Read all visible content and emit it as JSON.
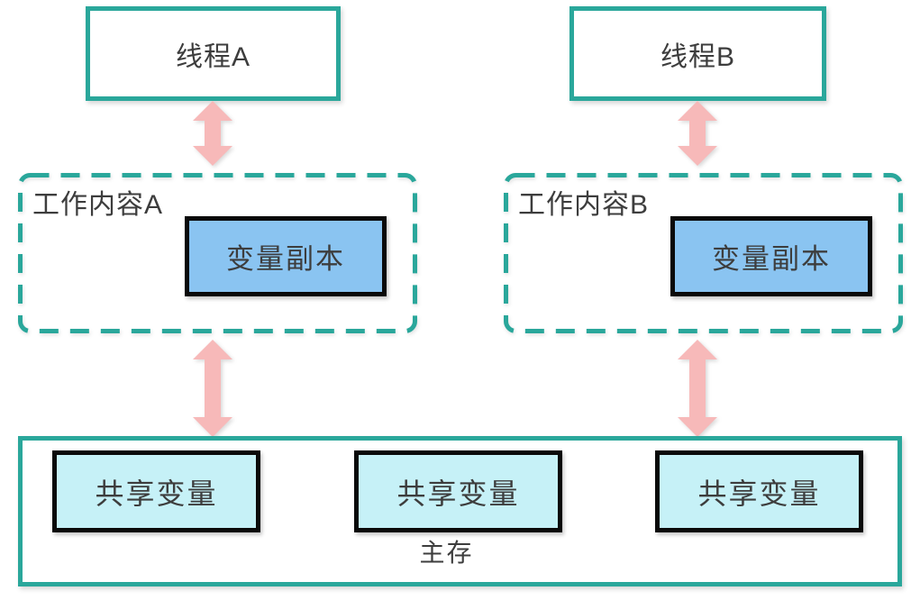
{
  "diagram": {
    "threads": [
      {
        "label": "线程A"
      },
      {
        "label": "线程B"
      }
    ],
    "work_areas": [
      {
        "label": "工作内容A",
        "variable_copy": "变量副本"
      },
      {
        "label": "工作内容B",
        "variable_copy": "变量副本"
      }
    ],
    "main_memory": {
      "label": "主存",
      "shared_variables": [
        "共享变量",
        "共享变量",
        "共享变量"
      ]
    }
  },
  "colors": {
    "teal": "#2AA79B",
    "pink": "#F7B9B9",
    "blue_fill": "#8AC4F1",
    "cyan_fill": "#C6F1F7",
    "black_border": "#0A0A0A",
    "text": "#3D3D3D"
  }
}
